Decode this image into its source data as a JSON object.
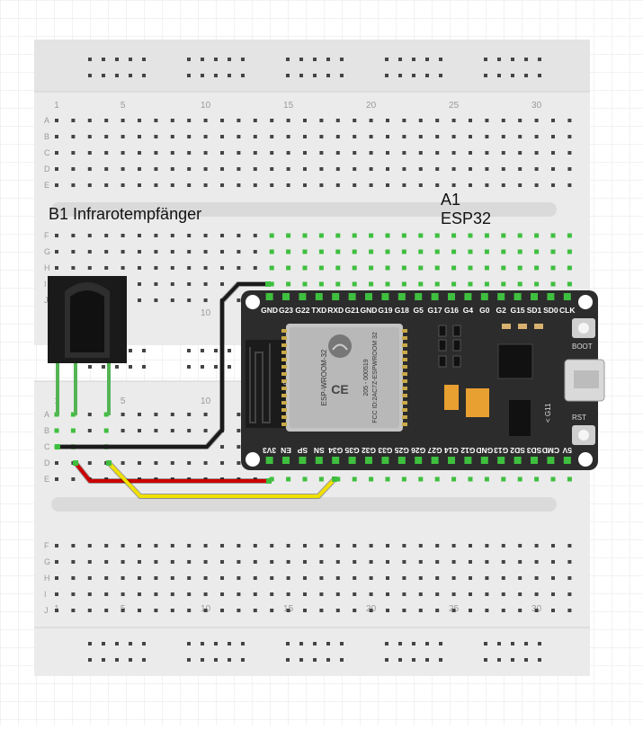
{
  "board_top": {
    "columns": [
      "1",
      "5",
      "10",
      "15",
      "20",
      "25",
      "30"
    ],
    "rows_upper": [
      "A",
      "B",
      "C",
      "D",
      "E"
    ],
    "rows_lower": [
      "F",
      "G",
      "H",
      "I",
      "J"
    ]
  },
  "board_bottom": {
    "columns": [
      "1",
      "5",
      "10",
      "15",
      "20",
      "25",
      "30"
    ],
    "rows_upper": [
      "A",
      "B",
      "C",
      "D",
      "E"
    ],
    "rows_lower": [
      "F",
      "G",
      "H",
      "I",
      "J"
    ]
  },
  "labels": {
    "receiver": "B1 Infrarotempfänger",
    "module_ref": "A1",
    "module_name": "ESP32"
  },
  "esp32": {
    "top_pins": [
      "GND",
      "G23",
      "G22",
      "TXD",
      "RXD",
      "G21",
      "GND",
      "G19",
      "G18",
      "G5",
      "G17",
      "G16",
      "G4",
      "G0",
      "G2",
      "G15",
      "SD1",
      "SD0",
      "CLK"
    ],
    "bottom_pins": [
      "3V3",
      "EN",
      "SP",
      "SN",
      "G34",
      "G35",
      "G32",
      "G33",
      "G25",
      "G26",
      "G27",
      "G14",
      "G12",
      "GND",
      "G13",
      "SD2",
      "SD3",
      "CMD",
      "5V"
    ],
    "chip_text": [
      "ESP-WROOM-32",
      "205 - 000519",
      "FCC ID:2AC7Z-ESPWROOM 32"
    ],
    "marks": [
      "CE",
      "c"
    ],
    "boot_label": "BOOT",
    "rst_label": "RST",
    "g11_label": "G11"
  },
  "colors": {
    "board": "#ebebeb",
    "hole": "#444444",
    "hole_active": "#3fbf3f",
    "wire_black": "#1a1a1a",
    "wire_red": "#cc0000",
    "wire_yellow": "#f0e000",
    "leg_green": "#54b454",
    "pcb": "#2c2c2c"
  },
  "icons": [
    "wifi-icon",
    "usb-port-icon",
    "ce-mark-icon"
  ]
}
